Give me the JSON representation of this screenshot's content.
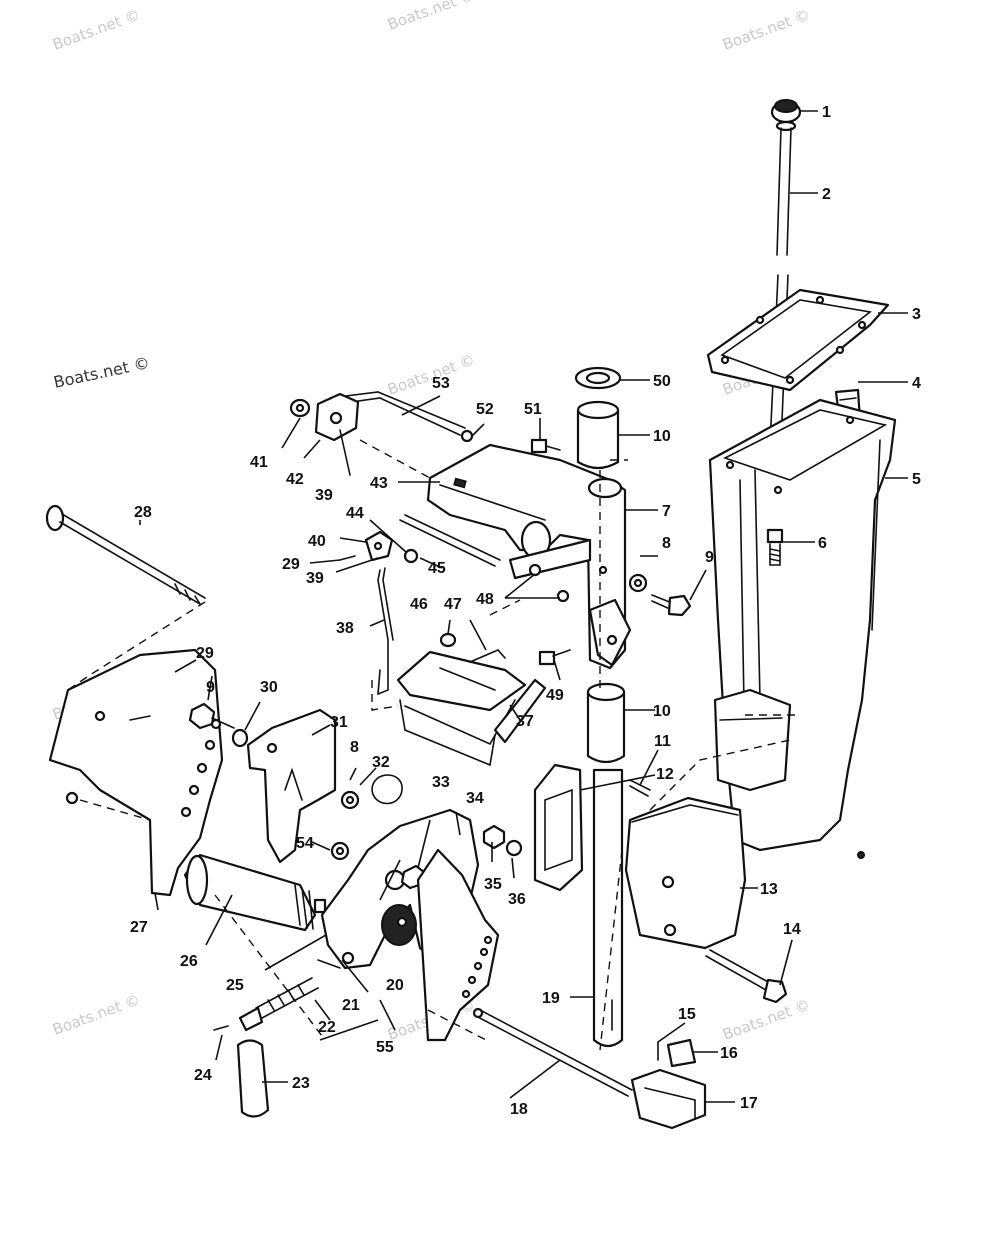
{
  "watermarks": {
    "faint": "Boats.net ©",
    "dark": "Boats.net ©"
  },
  "labels": {
    "p1": "1",
    "p2": "2",
    "p3": "3",
    "p4": "4",
    "p5": "5",
    "p6": "6",
    "p7": "7",
    "p8a": "8",
    "p8b": "8",
    "p9a": "9",
    "p9b": "9",
    "p10a": "10",
    "p10b": "10",
    "p11": "11",
    "p12": "12",
    "p13": "13",
    "p14": "14",
    "p15": "15",
    "p16": "16",
    "p17": "17",
    "p18": "18",
    "p19": "19",
    "p20": "20",
    "p21": "21",
    "p22": "22",
    "p23": "23",
    "p24": "24",
    "p25": "25",
    "p26": "26",
    "p27": "27",
    "p28": "28",
    "p29a": "29",
    "p29b": "29",
    "p30": "30",
    "p31": "31",
    "p32": "32",
    "p33": "33",
    "p34": "34",
    "p35": "35",
    "p36": "36",
    "p37": "37",
    "p38": "38",
    "p39a": "39",
    "p39b": "39",
    "p40": "40",
    "p41": "41",
    "p42": "42",
    "p43": "43",
    "p44": "44",
    "p45": "45",
    "p46": "46",
    "p47": "47",
    "p48": "48",
    "p49": "49",
    "p50": "50",
    "p51": "51",
    "p52": "52",
    "p53": "53",
    "p54": "54",
    "p55": "55"
  }
}
